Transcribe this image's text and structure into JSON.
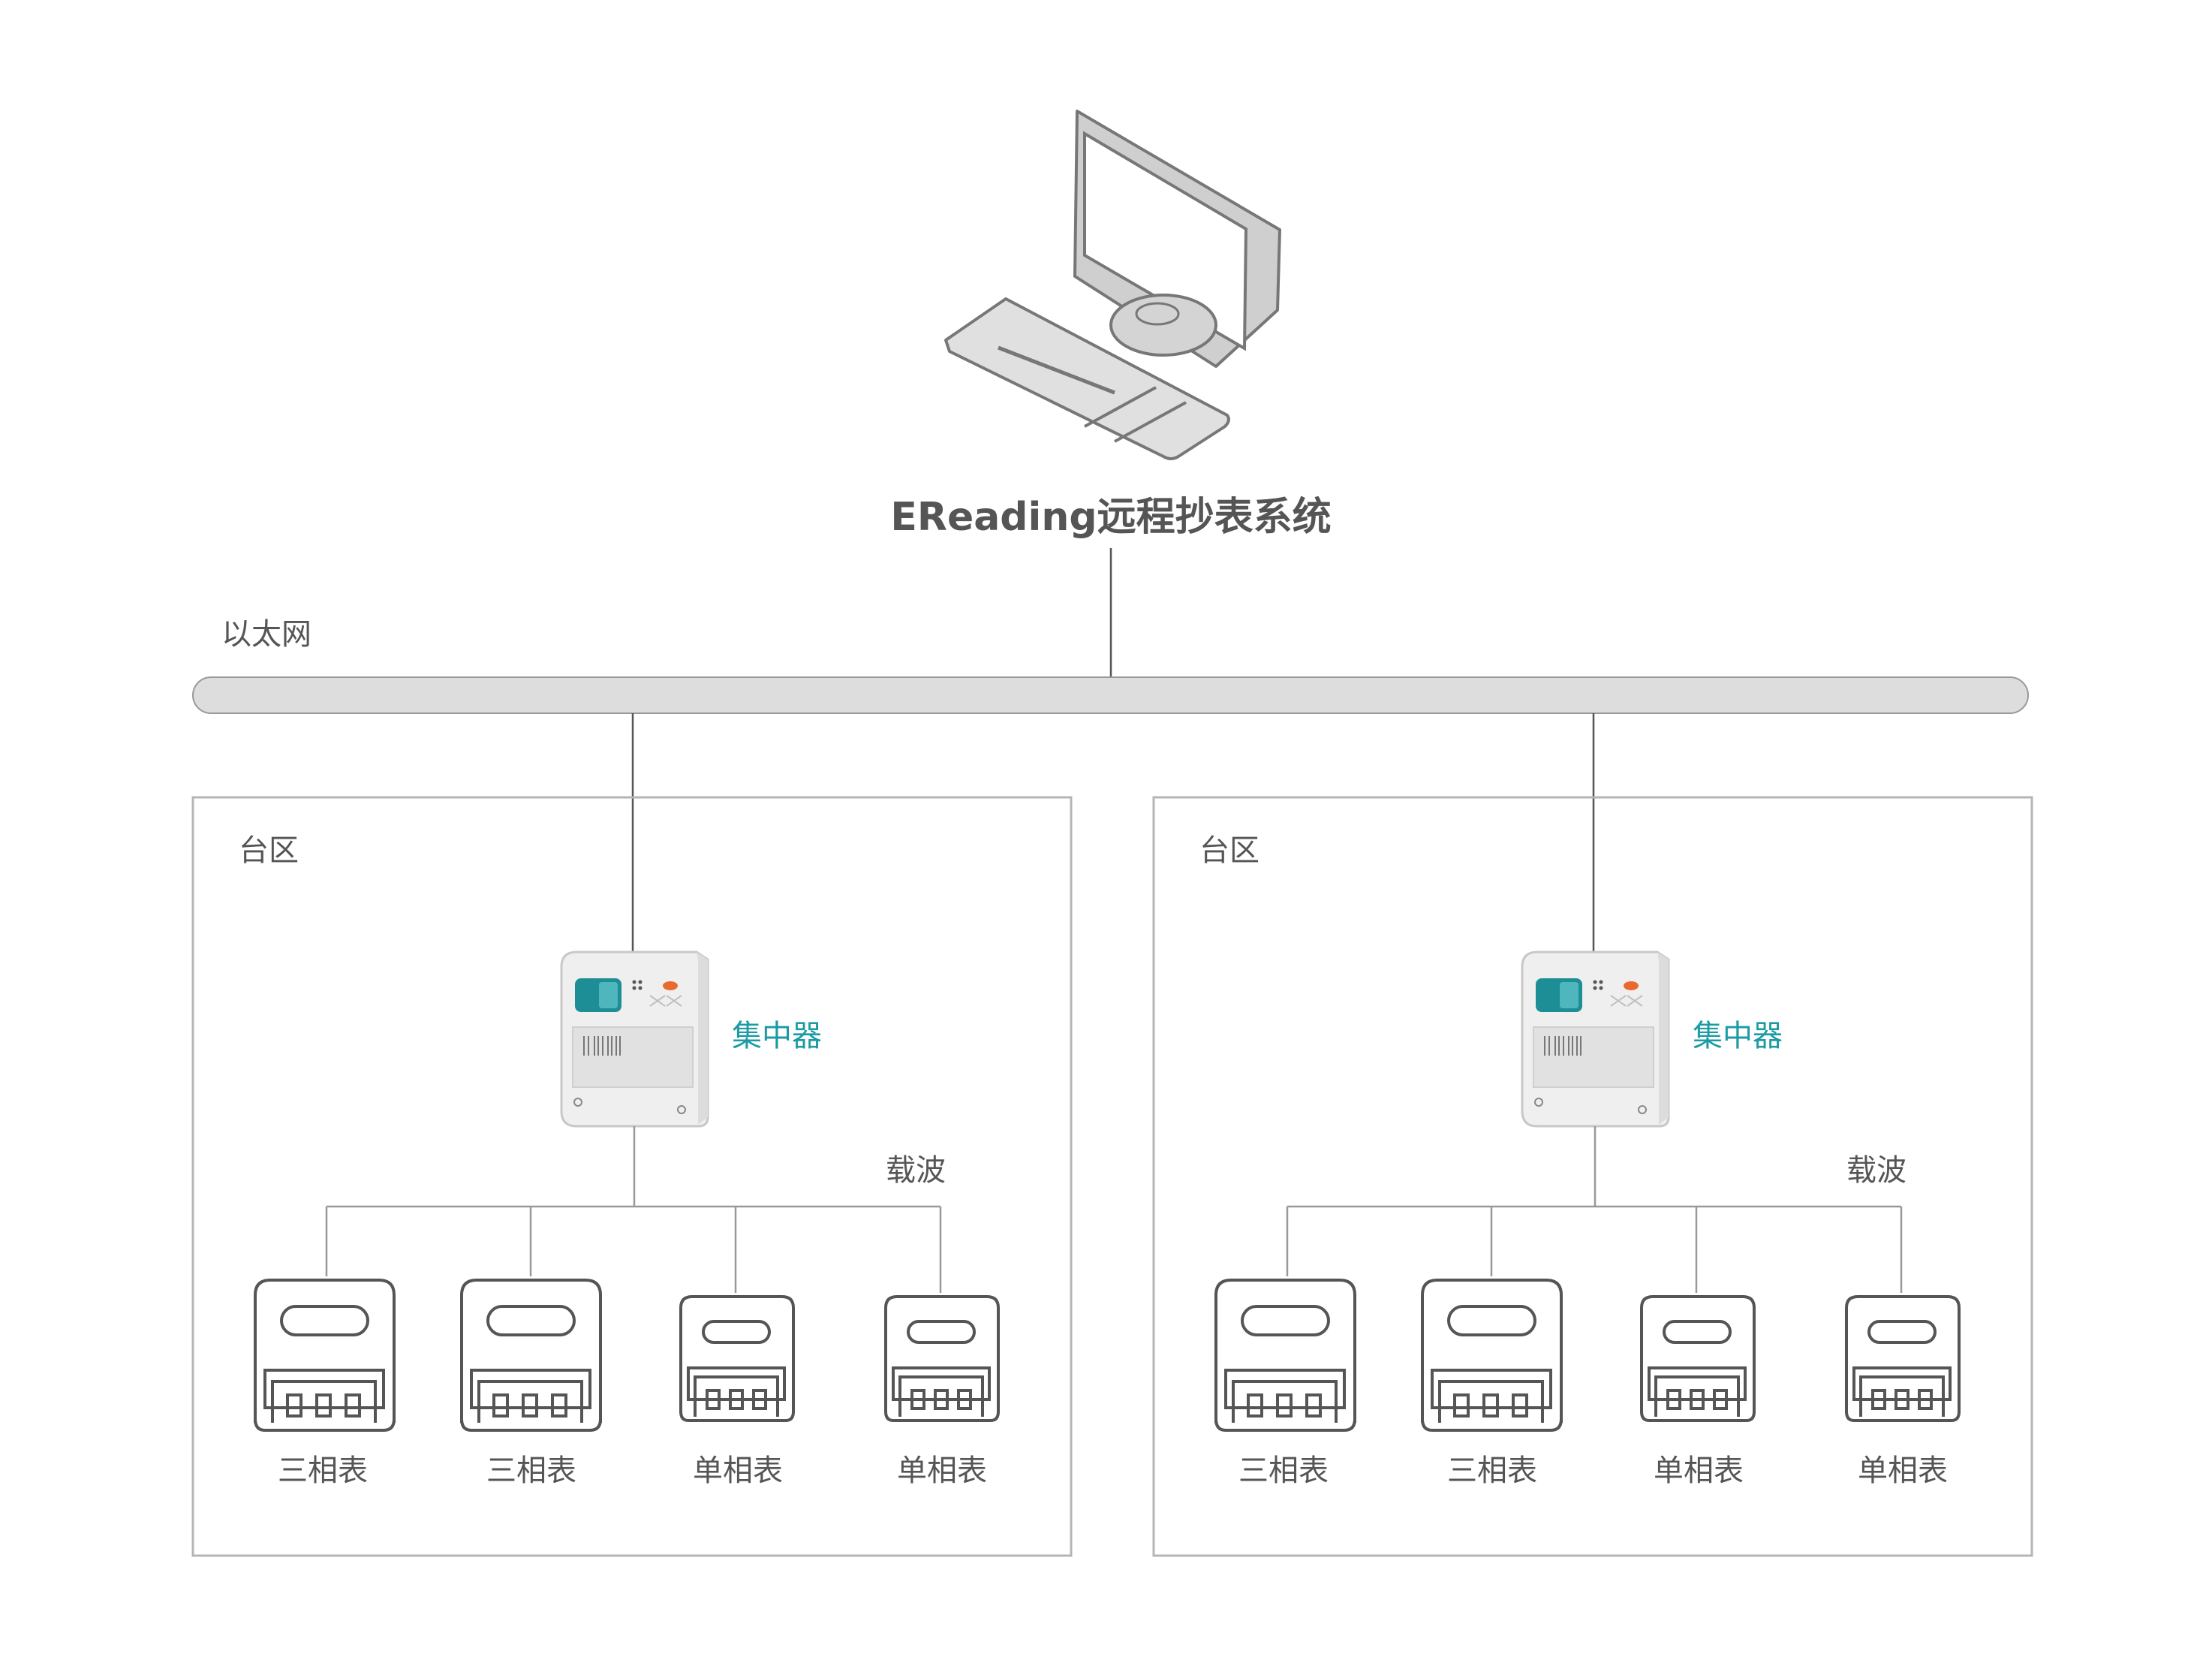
{
  "system": {
    "title": "EReading远程抄表系统"
  },
  "network": {
    "label": "以太网"
  },
  "zones": [
    {
      "label": "台区",
      "concentrator": {
        "label": "集中器"
      },
      "carrier_label": "载波",
      "meters": [
        {
          "label": "三相表",
          "type": "three-phase"
        },
        {
          "label": "三相表",
          "type": "three-phase"
        },
        {
          "label": "单相表",
          "type": "single-phase"
        },
        {
          "label": "单相表",
          "type": "single-phase"
        }
      ]
    },
    {
      "label": "台区",
      "concentrator": {
        "label": "集中器"
      },
      "carrier_label": "载波",
      "meters": [
        {
          "label": "三相表",
          "type": "three-phase"
        },
        {
          "label": "三相表",
          "type": "three-phase"
        },
        {
          "label": "单相表",
          "type": "single-phase"
        },
        {
          "label": "单相表",
          "type": "single-phase"
        }
      ]
    }
  ],
  "colors": {
    "accent": "#1b9ba3",
    "text": "#555555",
    "bus": "#dddddd"
  },
  "icons": {
    "computer": "computer-icon",
    "concentrator": "concentrator-icon",
    "meter": "meter-icon"
  }
}
